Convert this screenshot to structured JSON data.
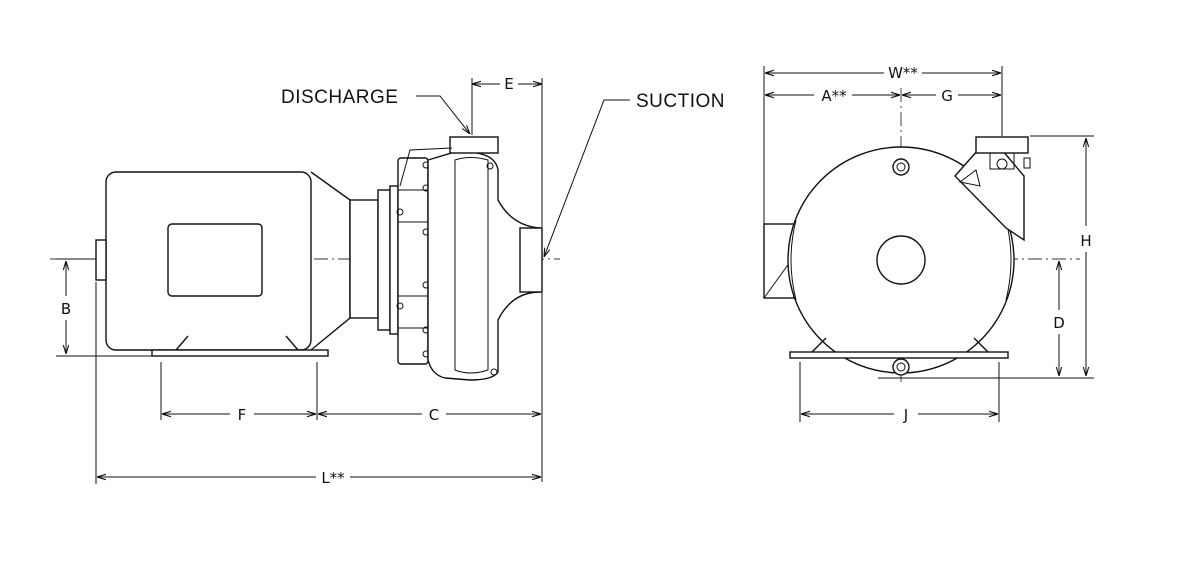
{
  "callouts": {
    "discharge": "DISCHARGE",
    "suction": "SUCTION"
  },
  "dimensions": {
    "e": "E",
    "b": "B",
    "f": "F",
    "c": "C",
    "l": "L**",
    "w": "W**",
    "a": "A**",
    "g": "G",
    "h": "H",
    "d": "D",
    "j": "J"
  },
  "colors": {
    "line": "#111111",
    "background": "#ffffff"
  }
}
